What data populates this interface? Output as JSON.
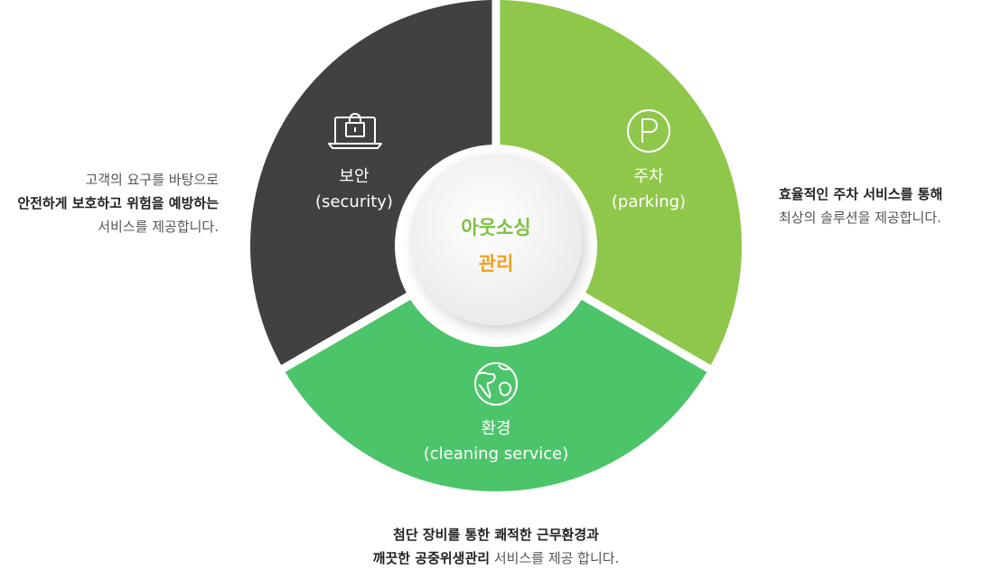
{
  "center": {
    "line1": "아웃소싱",
    "line2": "관리"
  },
  "segments": {
    "security": {
      "title": "보안",
      "subtitle": "(security)",
      "color": "#414141",
      "icon": "laptop-lock-icon"
    },
    "parking": {
      "title": "주차",
      "subtitle": "(parking)",
      "color": "#8fc74b",
      "icon": "parking-icon"
    },
    "cleaning": {
      "title": "환경",
      "subtitle": "(cleaning service)",
      "color": "#4cc46a",
      "icon": "globe-icon"
    }
  },
  "descriptions": {
    "security": {
      "line1": "고객의 요구를 바탕으로",
      "line2": "안전하게 보호하고 위험을 예방하는",
      "line3": "서비스를 제공합니다."
    },
    "parking": {
      "line1": "효율적인 주차 서비스를 통해",
      "line2": "최상의 솔루션을 제공합니다."
    },
    "cleaning": {
      "line1": "첨단 장비를 통한 쾌적한 근무환경과",
      "line2_bold": "깨끗한 공중위생관리",
      "line2_rest": " 서비스를 제공 합니다."
    }
  },
  "colors": {
    "center_line1": "#7cc242",
    "center_line2": "#f0a020"
  }
}
